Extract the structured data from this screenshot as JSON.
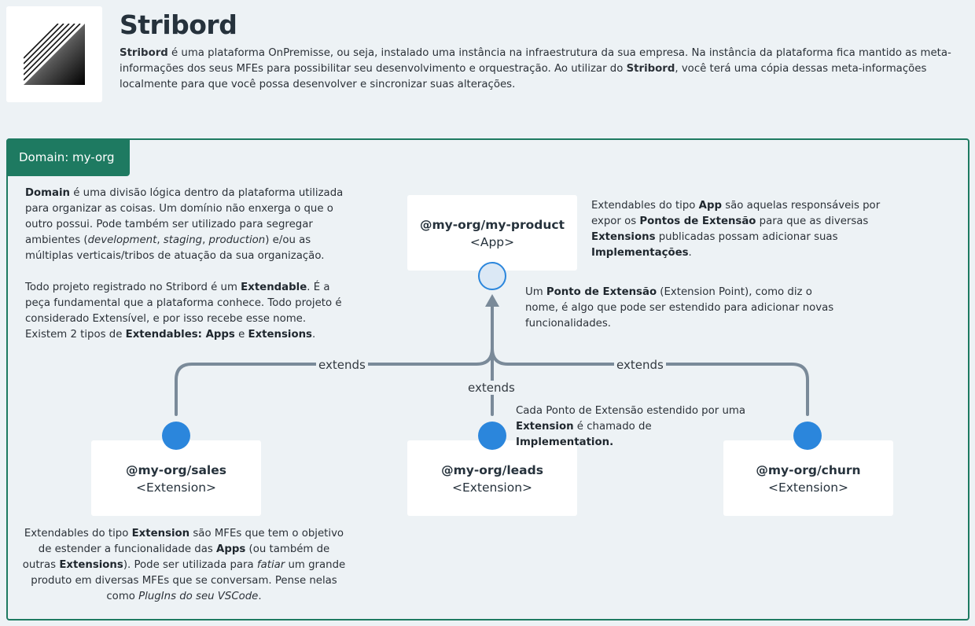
{
  "header": {
    "title": "Stribord",
    "intro": [
      {
        "t": "Stribord",
        "b": true
      },
      {
        "t": " é uma plataforma OnPremisse, ou seja, instalado uma instância na infraestrutura da sua empresa. Na instância da plataforma fica mantido as meta-informações dos seus MFEs para possibilitar seu desenvolvimento e orquestração. Ao utilizar do "
      },
      {
        "t": "Stribord",
        "b": true
      },
      {
        "t": ", você terá uma cópia dessas meta-informações localmente para que você possa desenvolver e sincronizar suas alterações."
      }
    ]
  },
  "domain": {
    "label": "Domain: my-org",
    "description_1": [
      {
        "t": "Domain",
        "b": true
      },
      {
        "t": " é uma divisão lógica dentro da plataforma utilizada para organizar as coisas. Um domínio não enxerga o que o outro possui. Pode também ser utilizado para segregar ambientes ("
      },
      {
        "t": "development",
        "i": true
      },
      {
        "t": ", "
      },
      {
        "t": "staging",
        "i": true
      },
      {
        "t": ", "
      },
      {
        "t": "production",
        "i": true
      },
      {
        "t": ") e/ou as múltiplas verticais/tribos de atuação da sua organização."
      }
    ],
    "description_2": [
      {
        "t": "Todo projeto registrado no Stribord é um "
      },
      {
        "t": "Extendable",
        "b": true
      },
      {
        "t": ". É a peça fundamental que a plataforma conhece. Todo projeto é considerado Extensível, e por isso recebe esse nome. Existem 2 tipos de "
      },
      {
        "t": "Extendables: Apps",
        "b": true
      },
      {
        "t": " e "
      },
      {
        "t": "Extensions",
        "b": true
      },
      {
        "t": "."
      }
    ]
  },
  "nodes": {
    "app": {
      "name": "@my-org/my-product",
      "type": "<App>"
    },
    "sales": {
      "name": "@my-org/sales",
      "type": "<Extension>"
    },
    "leads": {
      "name": "@my-org/leads",
      "type": "<Extension>"
    },
    "churn": {
      "name": "@my-org/churn",
      "type": "<Extension>"
    }
  },
  "edges": {
    "left": "extends",
    "center": "extends",
    "right": "extends"
  },
  "notes": {
    "app": [
      {
        "t": "Extendables do tipo "
      },
      {
        "t": "App",
        "b": true
      },
      {
        "t": " são aquelas responsáveis por expor os "
      },
      {
        "t": "Pontos de Extensão",
        "b": true
      },
      {
        "t": " para que as diversas "
      },
      {
        "t": "Extensions",
        "b": true
      },
      {
        "t": " publicadas possam adicionar suas "
      },
      {
        "t": "Implementações",
        "b": true
      },
      {
        "t": "."
      }
    ],
    "extension_point": [
      {
        "t": "Um "
      },
      {
        "t": "Ponto de Extensão",
        "b": true
      },
      {
        "t": " (Extension Point), como diz o nome, é algo que pode ser estendido para adicionar novas funcionalidades."
      }
    ],
    "implementation": [
      {
        "t": "Cada Ponto de Extensão estendido por uma "
      },
      {
        "t": "Extension",
        "b": true
      },
      {
        "t": " é chamado de "
      },
      {
        "t": "Implementation.",
        "b": true
      }
    ],
    "extension": [
      {
        "t": "Extendables do tipo "
      },
      {
        "t": "Extension",
        "b": true
      },
      {
        "t": " são MFEs que tem o objetivo de estender a funcionalidade das "
      },
      {
        "t": "Apps",
        "b": true
      },
      {
        "t": " (ou também de outras "
      },
      {
        "t": "Extensions",
        "b": true
      },
      {
        "t": "). Pode ser utilizada para "
      },
      {
        "t": "fatiar",
        "i": true
      },
      {
        "t": " um grande produto em diversas MFEs que se conversam. Pense nelas como "
      },
      {
        "t": "PlugIns do seu VSCode",
        "i": true
      },
      {
        "t": "."
      }
    ]
  },
  "colors": {
    "accent": "#1e7a61",
    "connector": "#7a8a99",
    "port": "#2b86dc",
    "extension_point": "#dbe8f5"
  }
}
